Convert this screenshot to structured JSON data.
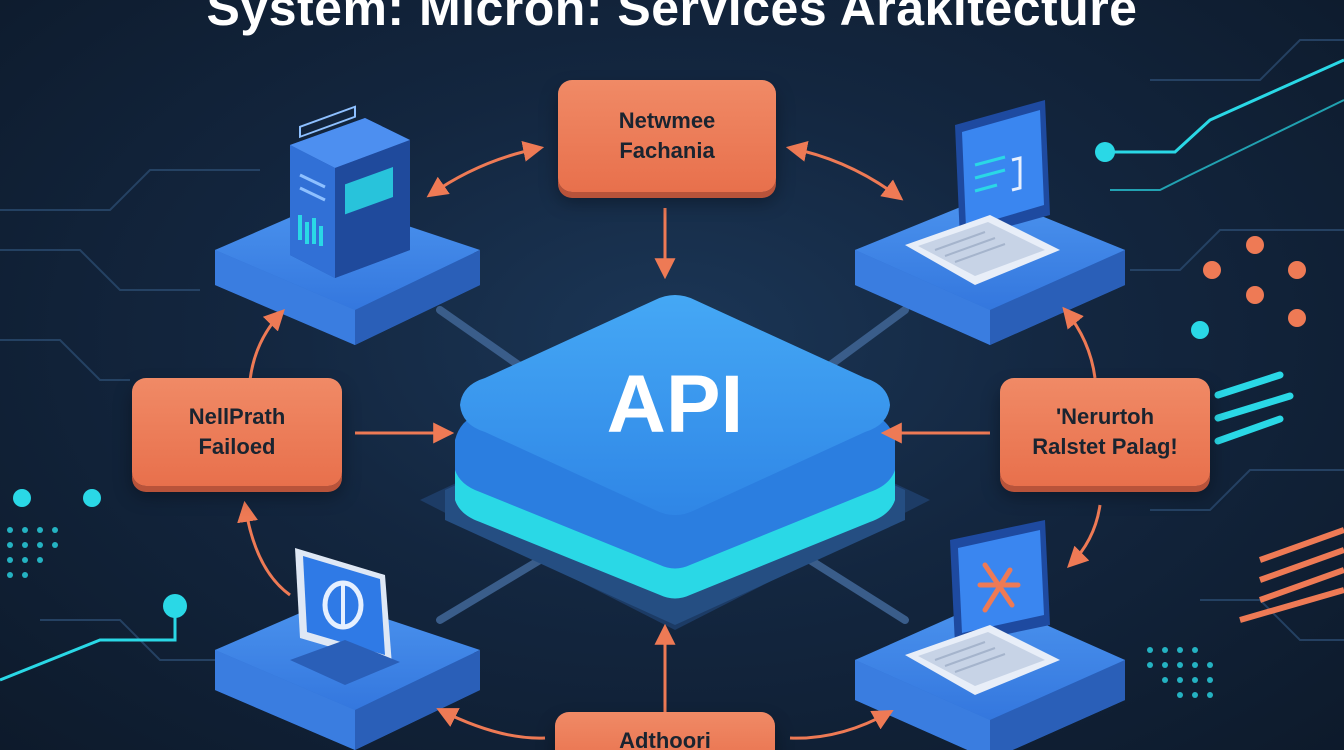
{
  "title": "System: Micron: Services Arakitecture",
  "center": {
    "label": "API"
  },
  "labels": {
    "top": {
      "line1": "Netwmee",
      "line2": "Fachania"
    },
    "left": {
      "line1": "NellPrath",
      "line2": "Failoed"
    },
    "right": {
      "line1": "'Nerurtoh",
      "line2": "Ralstet Palag!"
    },
    "bottom": {
      "line1": "Adthoori",
      "line2": ""
    }
  },
  "colors": {
    "background": "#13263f",
    "node_blue": "#3b82e6",
    "api_blue": "#3aa0f0",
    "accent_cyan": "#2ad8e6",
    "label_orange": "#ee7a55"
  },
  "icons": {
    "top_left": "server-tower-icon",
    "top_right": "laptop-monitor-icon",
    "bottom_left": "monitor-circle-icon",
    "bottom_right": "laptop-cross-icon"
  }
}
